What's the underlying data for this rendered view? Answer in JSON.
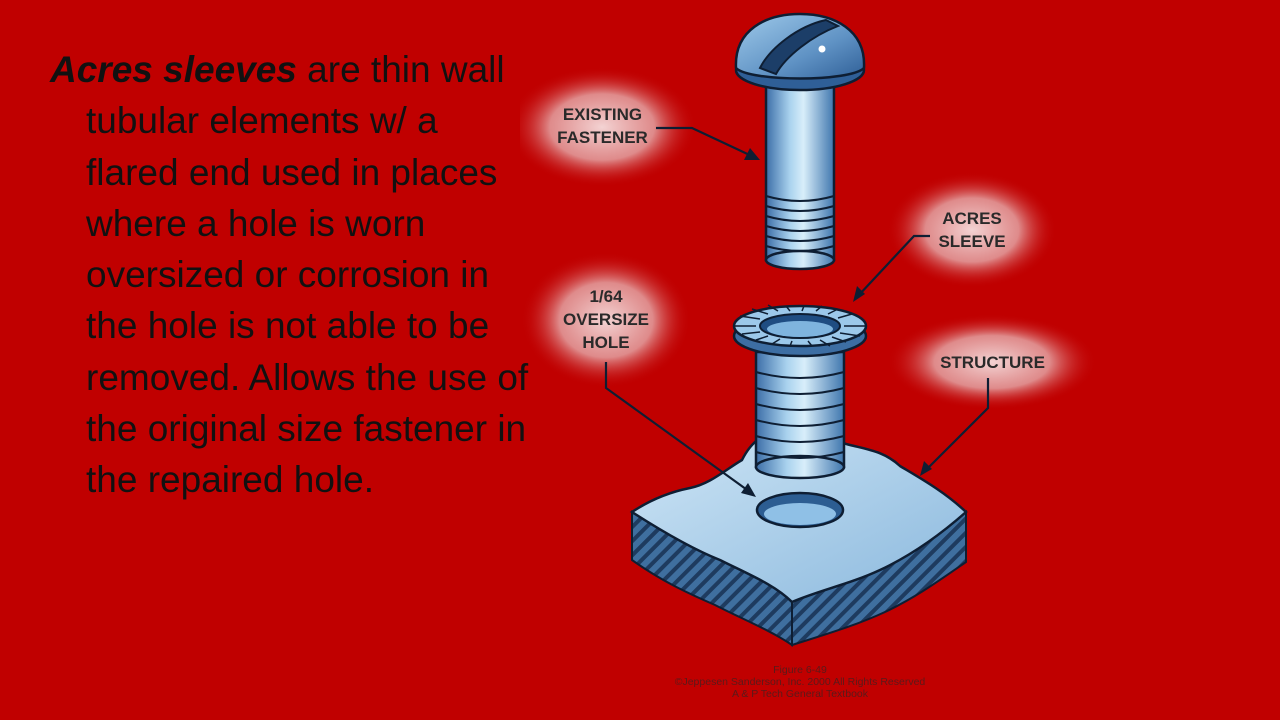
{
  "slide": {
    "paragraph": {
      "term": "Acres sleeves",
      "text": " are thin wall tubular elements w/ a flared end used in places where a hole is worn oversized or corrosion in the hole is not able to be removed. Allows the use of the original size fastener in the repaired hole."
    }
  },
  "figure": {
    "labels": {
      "fastener_line1": "EXISTING",
      "fastener_line2": "FASTENER",
      "sleeve_line1": "ACRES",
      "sleeve_line2": "SLEEVE",
      "hole_line1": "1/64",
      "hole_line2": "OVERSIZE",
      "hole_line3": "HOLE",
      "structure": "STRUCTURE"
    },
    "caption": {
      "line1": "Figure 6-49",
      "line2": "©Jeppesen Sanderson, Inc. 2000 All Rights Reserved",
      "line3": "A & P Tech General Textbook"
    }
  }
}
